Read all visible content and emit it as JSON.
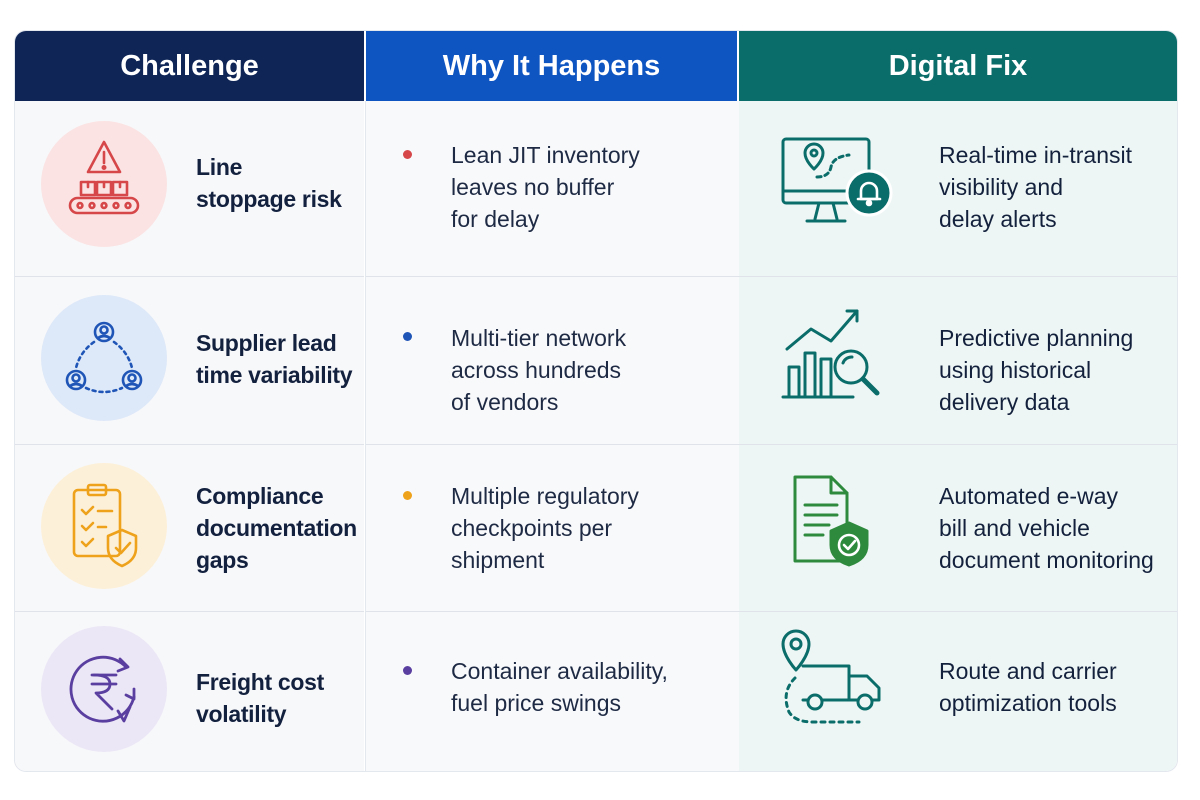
{
  "headers": {
    "challenge": "Challenge",
    "why": "Why It Happens",
    "fix": "Digital Fix"
  },
  "colors": {
    "header_challenge": "#0e2556",
    "header_why": "#0f55c2",
    "header_fix": "#0b6d6a",
    "red": "#d6474a",
    "blue": "#1f55b6",
    "orange": "#eea21b",
    "purple": "#5a3fa0",
    "teal": "#0b6d6a",
    "green": "#2e8b3e"
  },
  "rows": [
    {
      "challenge": [
        "Line",
        "stoppage risk"
      ],
      "challenge_icon": "warning-conveyor-icon",
      "why": [
        "Lean JIT inventory",
        "leaves no buffer",
        "for delay"
      ],
      "fix": [
        "Real-time in-transit",
        "visibility and",
        "delay alerts"
      ],
      "fix_icon": "monitor-alert-icon"
    },
    {
      "challenge": [
        "Supplier lead",
        "time variability"
      ],
      "challenge_icon": "supplier-network-icon",
      "why": [
        "Multi-tier network",
        "across hundreds",
        "of vendors"
      ],
      "fix": [
        "Predictive planning",
        "using historical",
        "delivery data"
      ],
      "fix_icon": "chart-magnifier-icon"
    },
    {
      "challenge": [
        "Compliance",
        "documentation",
        "gaps"
      ],
      "challenge_icon": "clipboard-shield-icon",
      "why": [
        "Multiple regulatory",
        "checkpoints per",
        "shipment"
      ],
      "fix": [
        "Automated e-way",
        "bill and vehicle",
        "document monitoring"
      ],
      "fix_icon": "document-check-icon"
    },
    {
      "challenge": [
        "Freight cost",
        "volatility"
      ],
      "challenge_icon": "rupee-cycle-icon",
      "why": [
        "Container availability,",
        "fuel price swings"
      ],
      "fix": [
        "Route and carrier",
        "optimization tools"
      ],
      "fix_icon": "truck-route-icon"
    }
  ]
}
